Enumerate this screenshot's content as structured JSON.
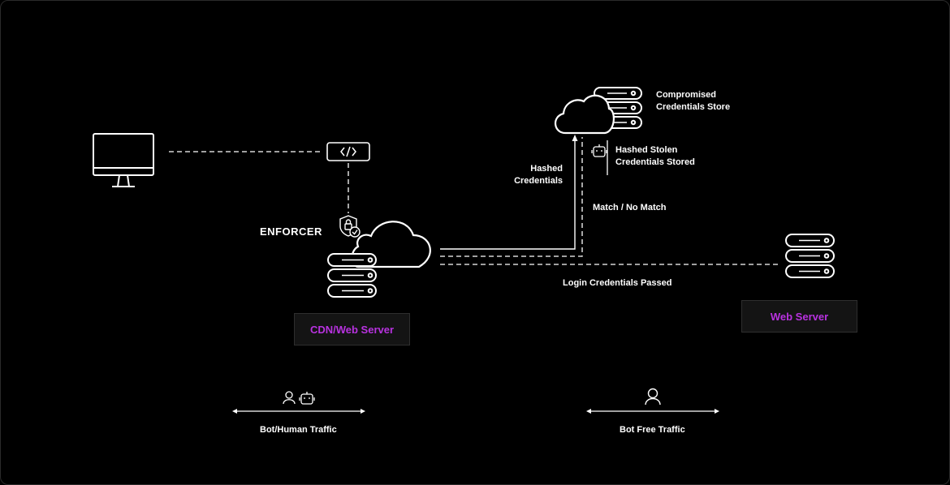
{
  "enforcer_label": "ENFORCER",
  "cdn_box_label": "CDN/Web Server",
  "web_server_box_label": "Web Server",
  "compromised_store_label": [
    "Compromised",
    "Credentials Store"
  ],
  "hashed_stolen_label": [
    "Hashed Stolen",
    "Credentials Stored"
  ],
  "hashed_credentials_label": [
    "Hashed",
    "Credentials"
  ],
  "match_label": "Match / No Match",
  "login_passed_label": "Login Credentials Passed",
  "bot_human_traffic_label": "Bot/Human Traffic",
  "bot_free_traffic_label": "Bot Free Traffic",
  "colors": {
    "background": "#000000",
    "accent": "#b832e0",
    "line": "#ffffff"
  },
  "icons": [
    "monitor-icon",
    "code-icon",
    "shield-lock-icon",
    "cloud-icon",
    "server-stack-icon",
    "robot-icon",
    "person-icon",
    "double-arrow-icon"
  ]
}
